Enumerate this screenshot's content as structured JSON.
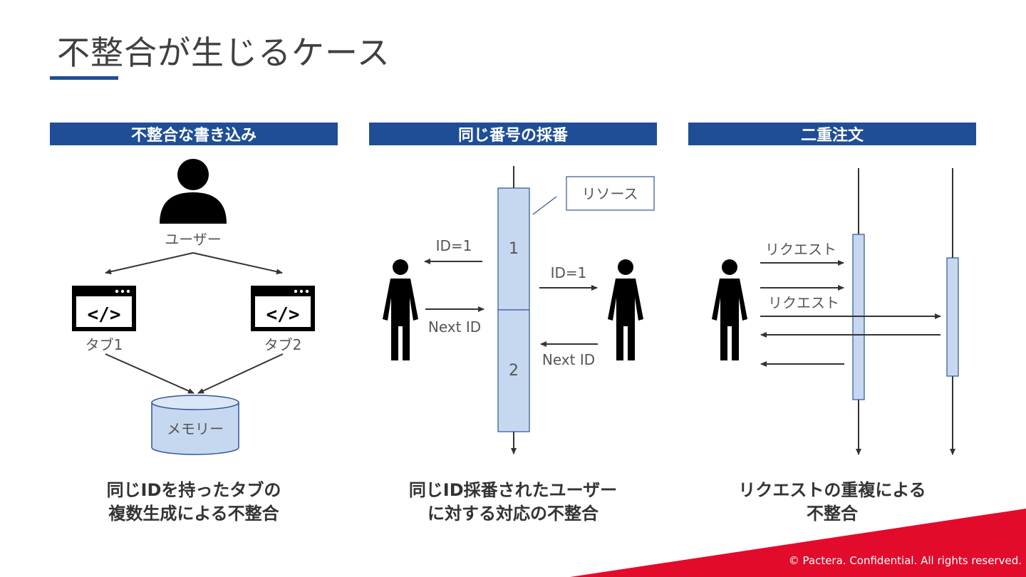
{
  "title": "不整合が生じるケース",
  "colors": {
    "accent": "#1f4e96",
    "fill": "#c6d7f0",
    "brand_red": "#e30b2c"
  },
  "panels": [
    {
      "header": "不整合な書き込み",
      "user_label": "ユーザー",
      "tab1_label": "タブ1",
      "tab2_label": "タブ2",
      "memory_label": "メモリー",
      "caption_line1": "同じIDを持ったタブの",
      "caption_line2": "複数生成による不整合"
    },
    {
      "header": "同じ番号の採番",
      "resource_label": "リソース",
      "block1_label": "1",
      "block2_label": "2",
      "left_out_label": "ID=1",
      "left_in_label": "Next ID",
      "right_out_label": "ID=1",
      "right_in_label": "Next ID",
      "caption_line1": "同じID採番されたユーザー",
      "caption_line2": "に対する対応の不整合"
    },
    {
      "header": "二重注文",
      "request1_label": "リクエスト",
      "request2_label": "リクエスト",
      "caption_line1": "リクエストの重複による",
      "caption_line2": "不整合"
    }
  ],
  "footer": "© Pactera.  Confidential.  All rights reserved."
}
